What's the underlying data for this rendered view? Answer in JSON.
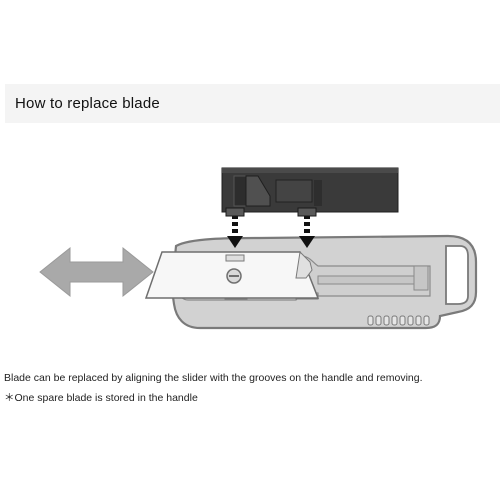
{
  "header": {
    "title": "How to replace blade"
  },
  "illustration": {
    "icons": [
      "double-arrow-icon",
      "slider-icon",
      "utility-knife-icon",
      "blade-icon",
      "screw-icon"
    ],
    "colors": {
      "slider": "#3a3a3a",
      "handle_fill": "#d2d2d2",
      "handle_stroke": "#7a7a7a",
      "arrow": "#a9a9a9",
      "blade": "#f7f7f7"
    }
  },
  "captions": {
    "line1": "Blade can be replaced by aligning the slider with the grooves on the handle and removing.",
    "line2": "＊One spare blade is stored in the handle"
  }
}
